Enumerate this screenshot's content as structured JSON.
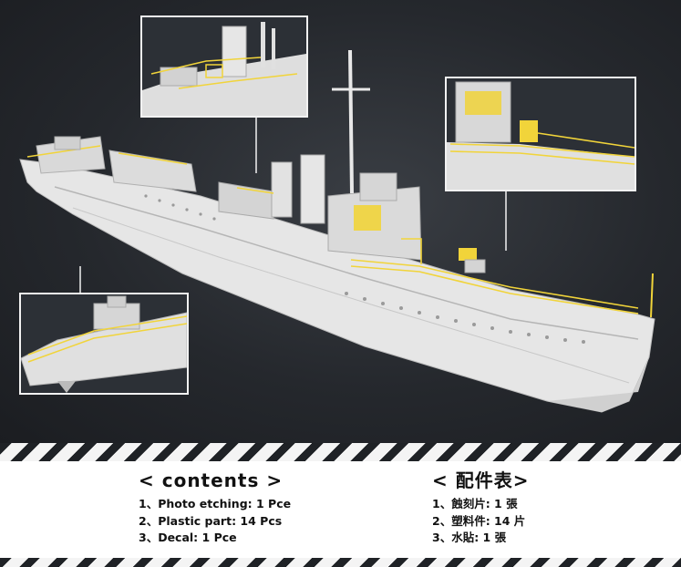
{
  "contents": {
    "heading": "< contents >",
    "items": [
      "1、Photo etching: 1 Pce",
      "2、Plastic part: 14 Pcs",
      "3、Decal: 1 Pce"
    ]
  },
  "contents_zh": {
    "heading": "< 配件表>",
    "items": [
      "1、蝕刻片: 1 張",
      "2、塑料件: 14 片",
      "3、水貼: 1 張"
    ]
  },
  "colors": {
    "background": "#1f2226",
    "hull": "#e4e4e4",
    "photo_etch": "#f1d43a",
    "panel": "#ffffff",
    "text": "#111111"
  }
}
